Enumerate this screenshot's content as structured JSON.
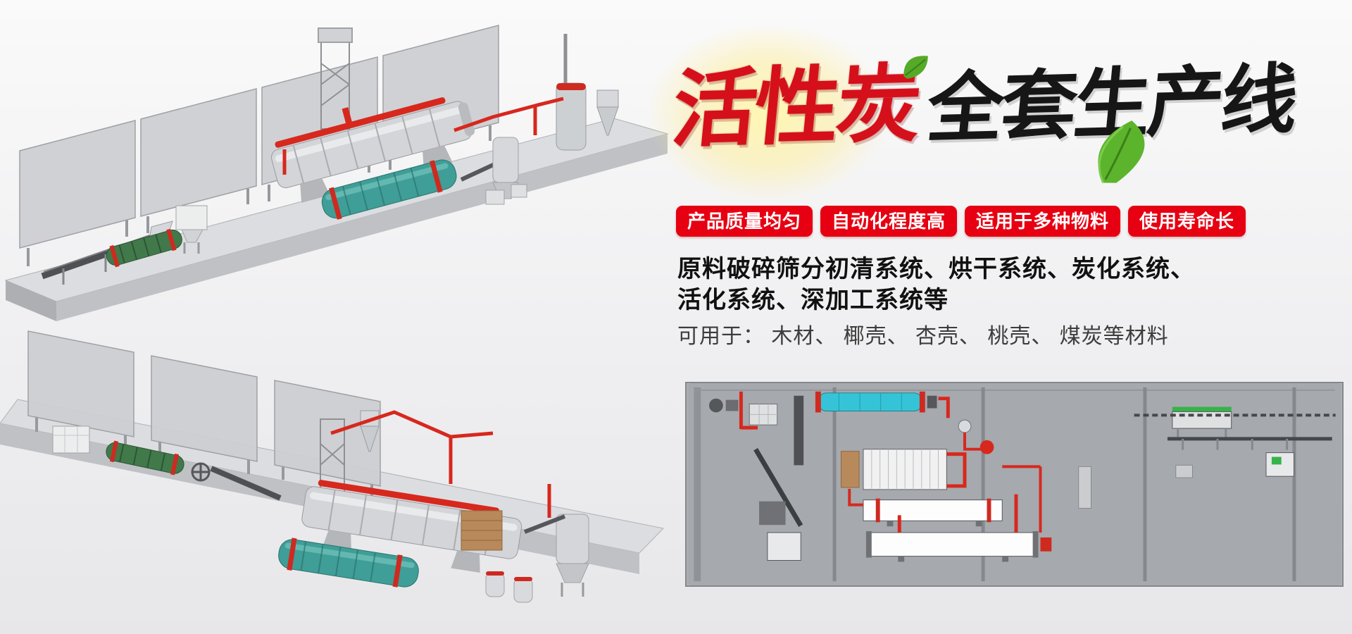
{
  "colors": {
    "accent_red": "#e60012",
    "title_red": "#d5101a",
    "title_black": "#161616",
    "leaf_green": "#55aa28",
    "panel_gray": "#a6a9ad",
    "drum_teal": "#3f9e97",
    "pipe_red": "#d7281e"
  },
  "hero": {
    "title_red": "活性炭",
    "title_black": "全套生产线",
    "badges": [
      "产品质量均匀",
      "自动化程度高",
      "适用于多种物料",
      "使用寿命长"
    ],
    "desc_line1": "原料破碎筛分初清系统、烘干系统、炭化系统、",
    "desc_line2": "活化系统、深加工系统等",
    "usage": "可用于： 木材、 椰壳、 杏壳、 桃壳、 煤炭等材料"
  }
}
